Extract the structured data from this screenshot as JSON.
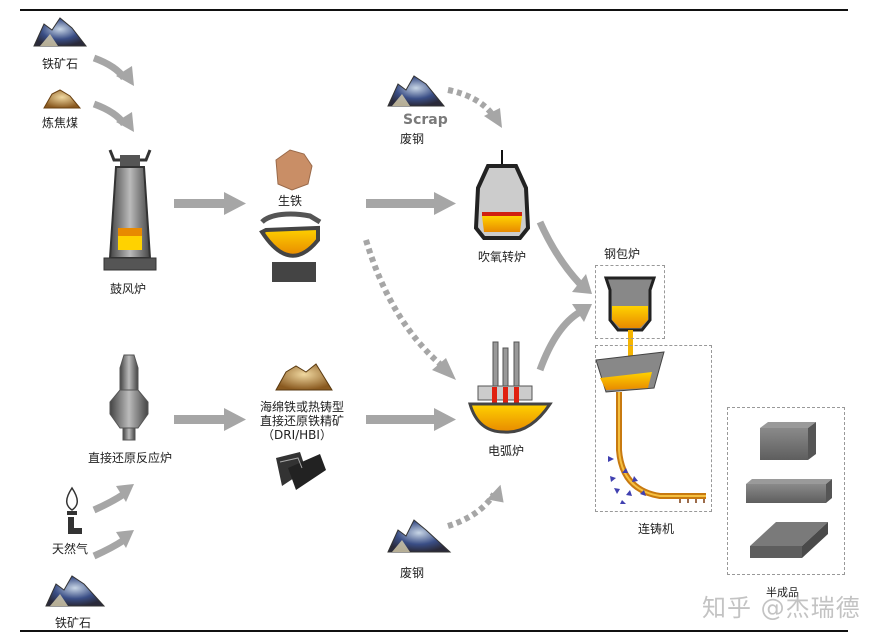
{
  "inputs": {
    "iron_ore_top": "铁矿石",
    "coking_coal": "炼焦煤",
    "natural_gas": "天然气",
    "iron_ore_bottom": "铁矿石",
    "scrap_top_en": "Scrap",
    "scrap_top": "废钢",
    "scrap_bottom": "废钢"
  },
  "processes": {
    "blast_furnace": "鼓风炉",
    "direct_reduction": "直接还原反应炉",
    "bof": "吹氧转炉",
    "eaf": "电弧炉",
    "ladle_furnace": "钢包炉",
    "continuous_caster": "连铸机"
  },
  "intermediates": {
    "pig_iron": "生铁",
    "dri_line1": "海绵铁或热铸型",
    "dri_line2": "直接还原铁精矿",
    "dri_line3": "（DRI/HBI）"
  },
  "products": {
    "semi_finished": "半成品"
  },
  "watermark": "知乎 @杰瑞德",
  "colors": {
    "arrow": "#a6a6a6",
    "molten": "#f5b400",
    "hot": "#e03010",
    "steel": "#6e6e6e"
  }
}
